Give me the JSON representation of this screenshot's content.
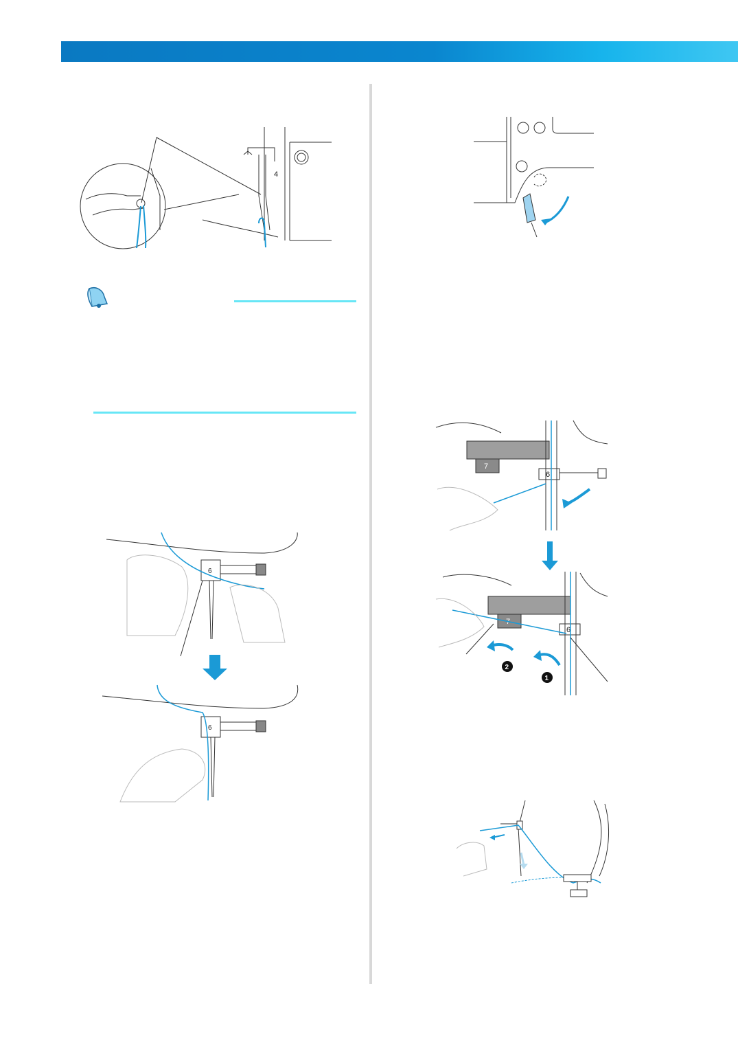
{
  "labels": {
    "guide_number": "4",
    "needle_bar_number": "6",
    "threader_number": "7",
    "step_1_marker": "1",
    "step_2_marker": "2"
  },
  "colors": {
    "header_start": "#0a79c2",
    "header_end": "#3fc7f2",
    "thread_blue": "#1b9ad6",
    "note_rule": "#67e6f6",
    "divider": "#d8d8d8"
  },
  "icons": {
    "note": "bell-icon"
  }
}
